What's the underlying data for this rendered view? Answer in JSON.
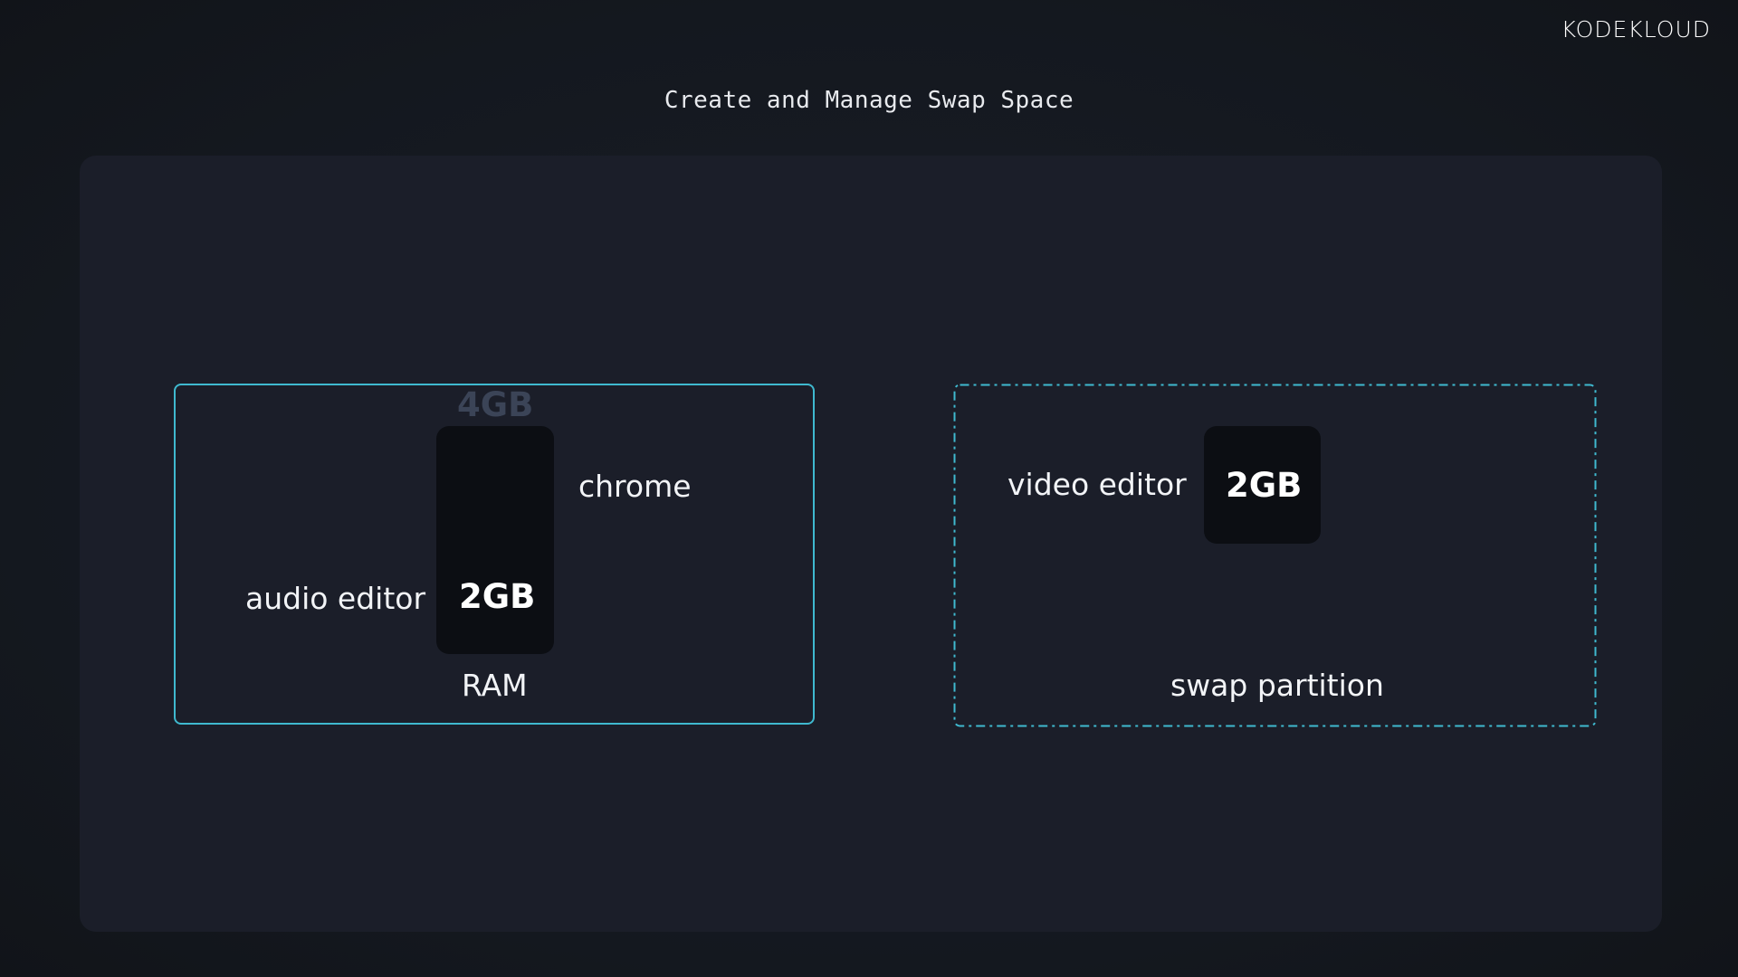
{
  "brand": {
    "logo_text": "KODEKLOUD"
  },
  "slide": {
    "title": "Create and Manage Swap Space"
  },
  "ram": {
    "capacity": "4GB",
    "used_block": "2GB",
    "label": "RAM",
    "process_left": "audio editor",
    "process_right": "chrome"
  },
  "swap": {
    "block": "2GB",
    "process": "video editor",
    "label": "swap partition"
  },
  "colors": {
    "background": "#14181f",
    "panel": "#1b1e29",
    "ram_border": "#3fb9cf",
    "swap_border_dashed": "#3fb9cf",
    "block_fill": "#0c0e13",
    "faded_text": "#3b4457"
  }
}
